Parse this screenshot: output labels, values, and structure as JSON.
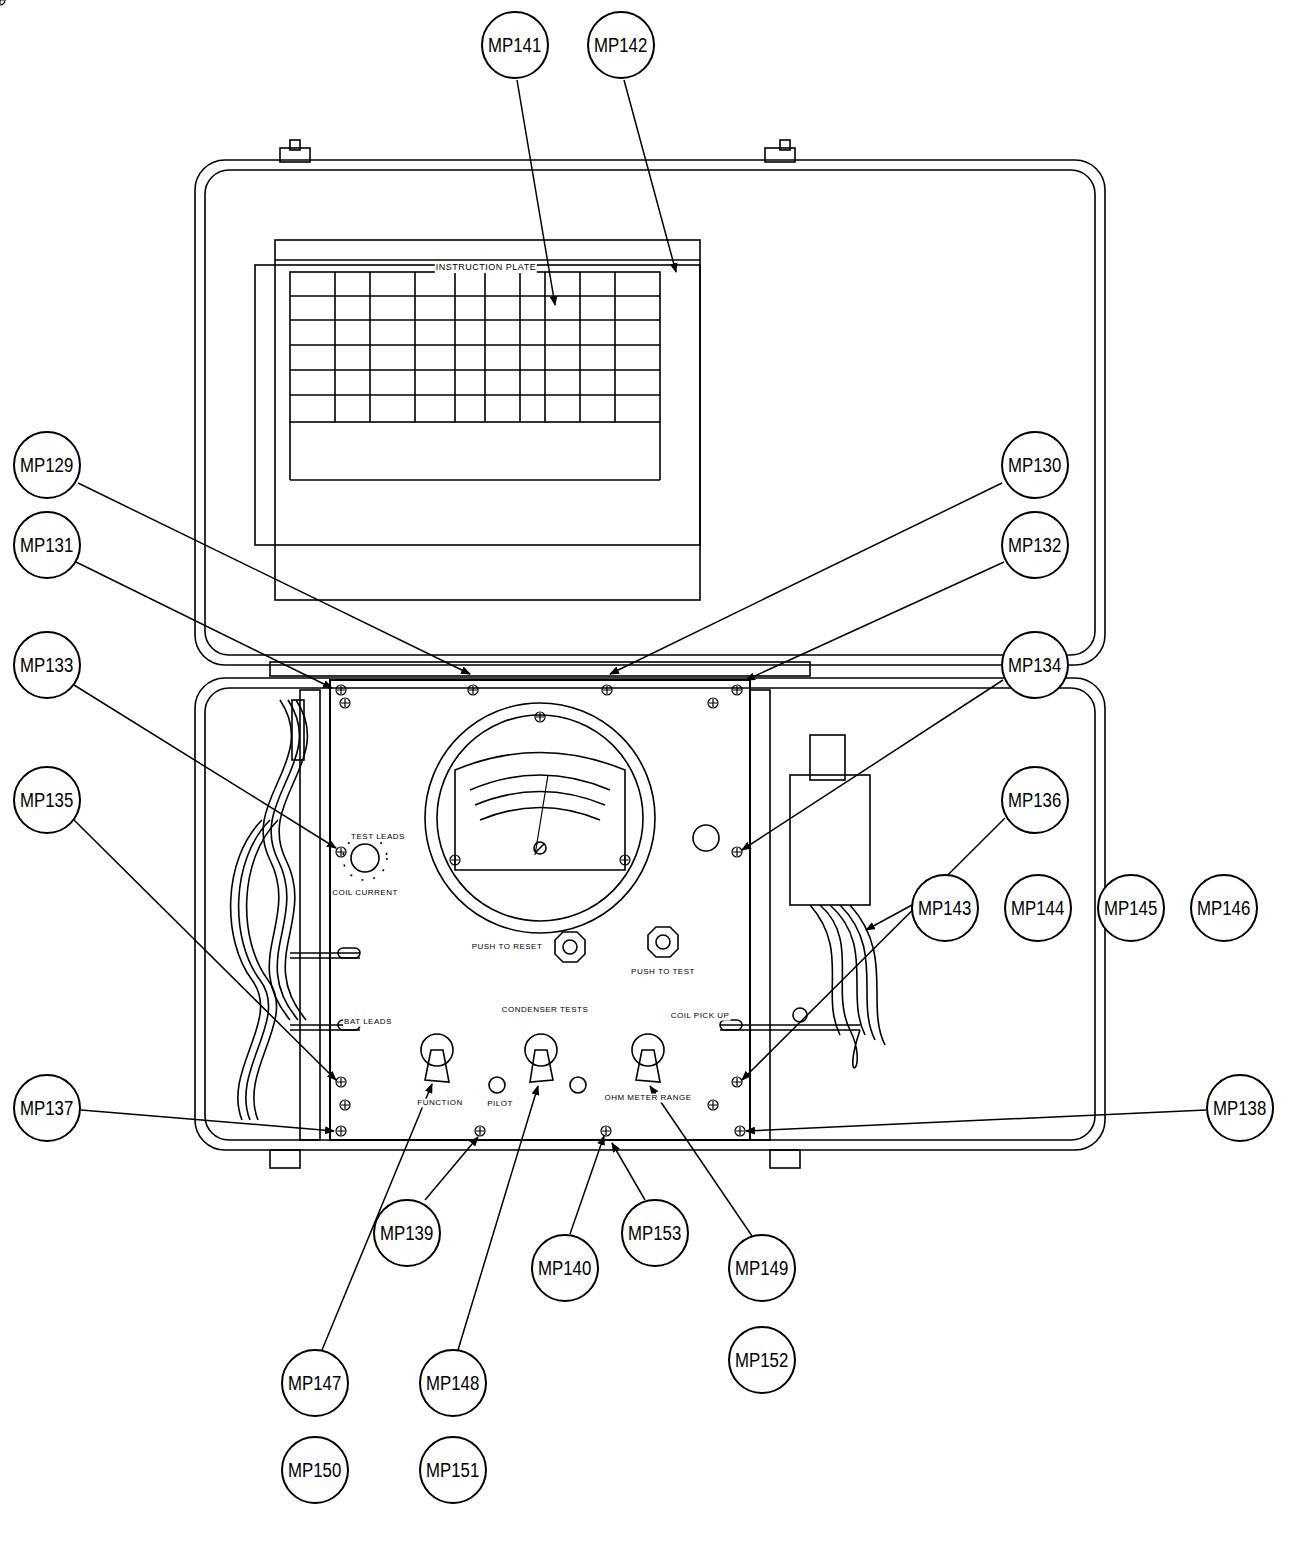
{
  "diagram": {
    "nodes": [
      {
        "text": [
          "MP141"
        ]
      },
      {
        "text": [
          "MP142"
        ]
      },
      {
        "text": [
          "MP129"
        ]
      },
      {
        "text": [
          "MP130"
        ]
      },
      {
        "text": [
          "MP131"
        ]
      },
      {
        "text": [
          "MP132"
        ]
      },
      {
        "text": [
          "MP133"
        ]
      },
      {
        "text": [
          "MP134"
        ]
      },
      {
        "text": [
          "MP135"
        ]
      },
      {
        "text": [
          "MP136"
        ]
      },
      {
        "text": [
          "MP143"
        ]
      },
      {
        "text": [
          "MP144"
        ]
      },
      {
        "text": [
          "MP145"
        ]
      },
      {
        "text": [
          "MP146"
        ]
      },
      {
        "text": [
          "MP137"
        ]
      },
      {
        "text": [
          "MP138"
        ]
      },
      {
        "text": [
          "MP139"
        ]
      },
      {
        "text": [
          "MP153"
        ]
      },
      {
        "text": [
          "MP140"
        ]
      },
      {
        "text": [
          "MP149"
        ]
      },
      {
        "text": [
          "MP147"
        ]
      },
      {
        "text": [
          "MP148"
        ]
      },
      {
        "text": [
          "MP152"
        ]
      },
      {
        "text": [
          "MP150"
        ]
      },
      {
        "text": [
          "MP151"
        ]
      }
    ],
    "labels": [
      "INSTRUCTION PLATE",
      "COIL CURRENT",
      "TEST LEADS",
      "PUSH TO RESET",
      "PUSH TO TEST",
      "CONDENSER TESTS",
      "BAT LEADS",
      "COIL PICK UP",
      "FUNCTION",
      "PILOT",
      "OHM METER RANGE"
    ]
  }
}
